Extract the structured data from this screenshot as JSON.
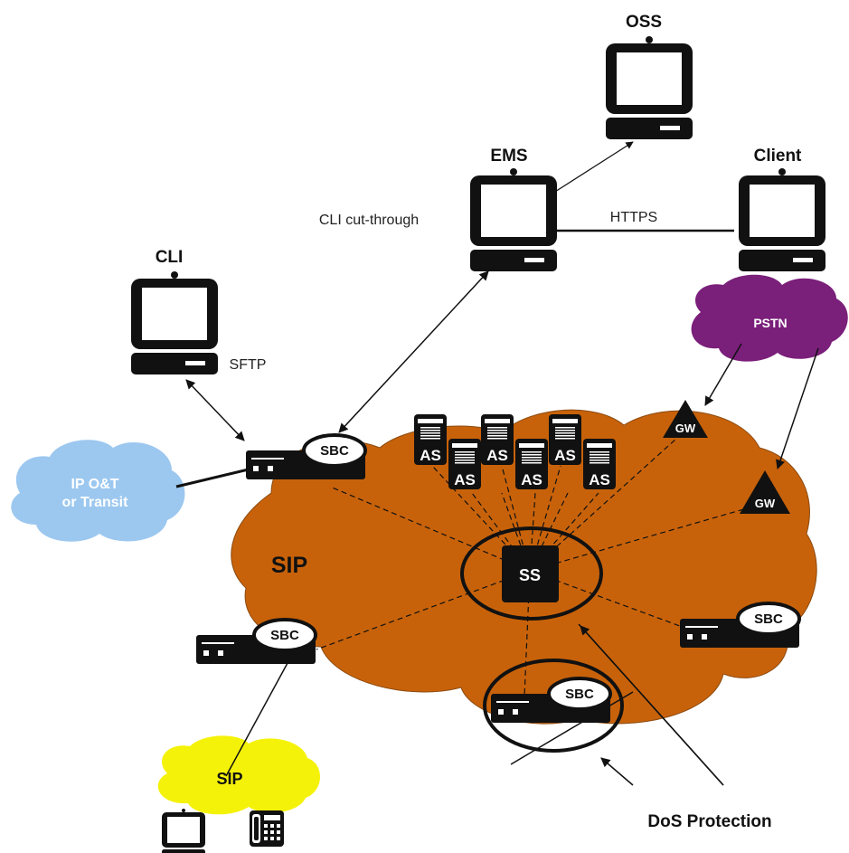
{
  "colors": {
    "sip_core_cloud": "#c8620a",
    "ip_cloud": "#9cc8f0",
    "pstn_cloud": "#7a1f7a",
    "sip_access_cloud": "#f5f20a",
    "equipment": "#111111"
  },
  "terminals": {
    "oss": "OSS",
    "ems": "EMS",
    "client": "Client",
    "cli": "CLI"
  },
  "links": {
    "https": "HTTPS",
    "cli_cut_through": "CLI cut-through",
    "sftp": "SFTP"
  },
  "clouds": {
    "pstn": "PSTN",
    "ip_line1": "IP O&T",
    "ip_line2": "or Transit",
    "sip_core": "SIP",
    "sip_access": "SIP"
  },
  "devices": {
    "sbc": "SBC",
    "as": "AS",
    "gw": "GW",
    "ss": "SS"
  },
  "annotations": {
    "dos_protection": "DoS Protection"
  }
}
